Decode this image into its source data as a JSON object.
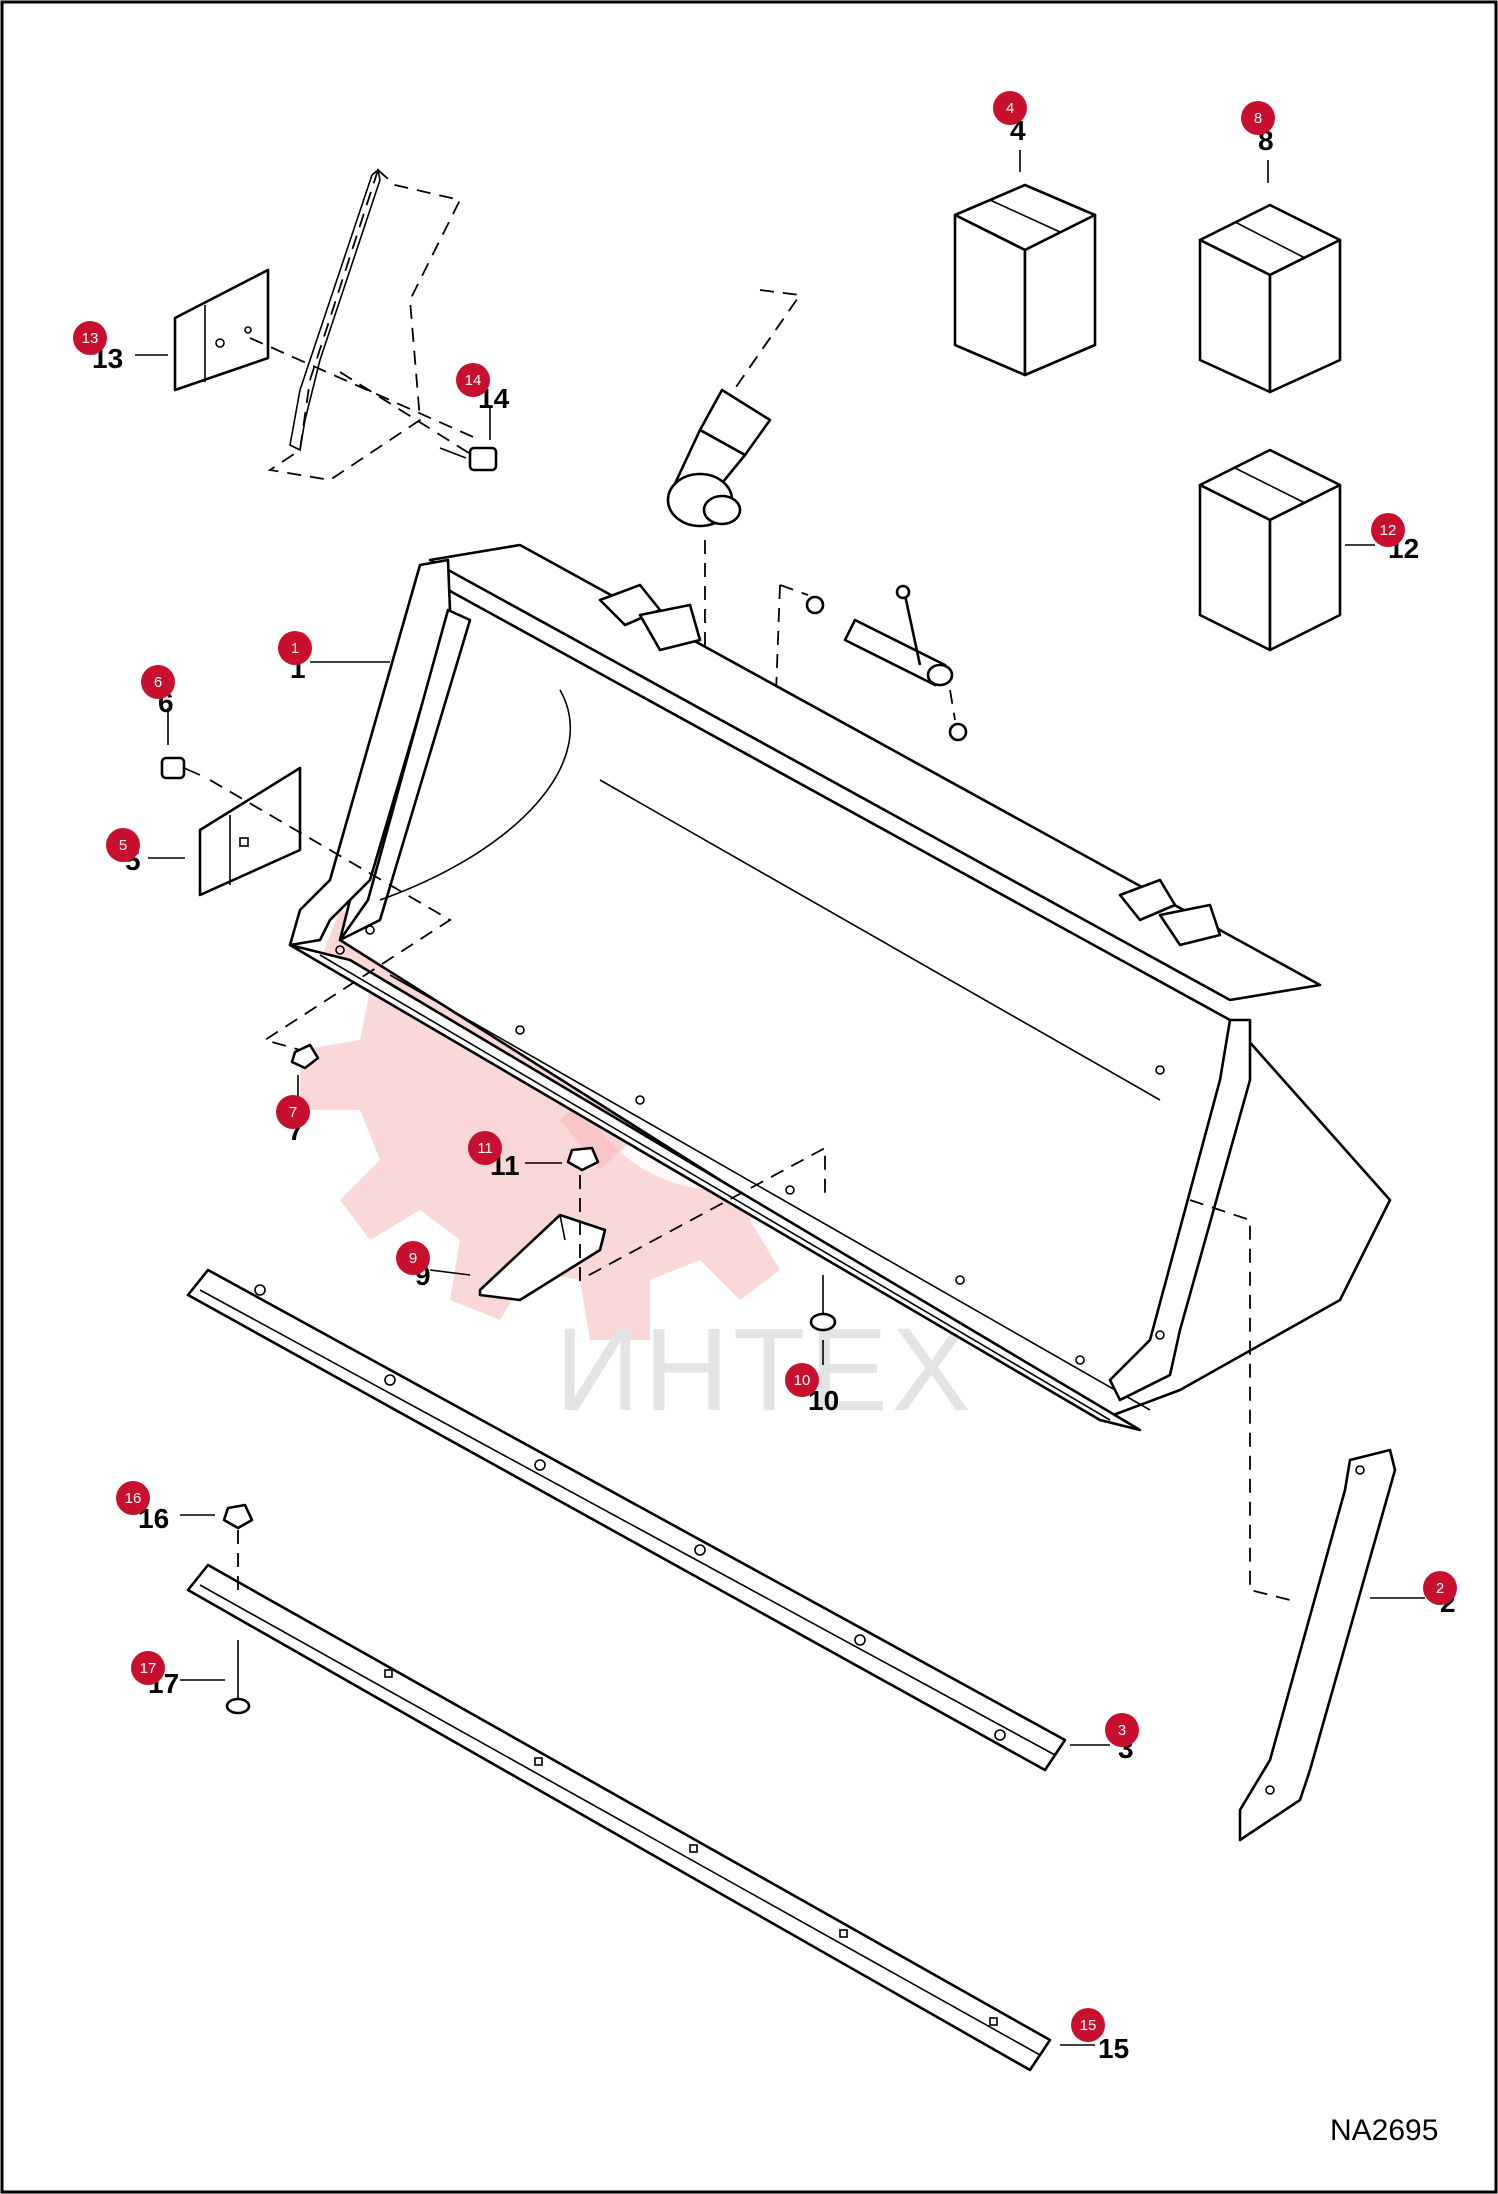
{
  "figure": {
    "code": "NA2695",
    "watermark_text": "ИНТЕХ"
  },
  "callouts": [
    {
      "badge": "1",
      "label": "1"
    },
    {
      "badge": "2",
      "label": "2"
    },
    {
      "badge": "3",
      "label": "3"
    },
    {
      "badge": "4",
      "label": "4"
    },
    {
      "badge": "5",
      "label": "5"
    },
    {
      "badge": "6",
      "label": "6"
    },
    {
      "badge": "7",
      "label": "7"
    },
    {
      "badge": "8",
      "label": "8"
    },
    {
      "badge": "9",
      "label": "9"
    },
    {
      "badge": "10",
      "label": "10"
    },
    {
      "badge": "11",
      "label": "11"
    },
    {
      "badge": "12",
      "label": "12"
    },
    {
      "badge": "13",
      "label": "13"
    },
    {
      "badge": "14",
      "label": "14"
    },
    {
      "badge": "15",
      "label": "15"
    },
    {
      "badge": "16",
      "label": "16"
    },
    {
      "badge": "17",
      "label": "17"
    }
  ],
  "colors": {
    "badge": "#c8102e",
    "watermark": "#f6b8b8",
    "line": "#000000"
  }
}
